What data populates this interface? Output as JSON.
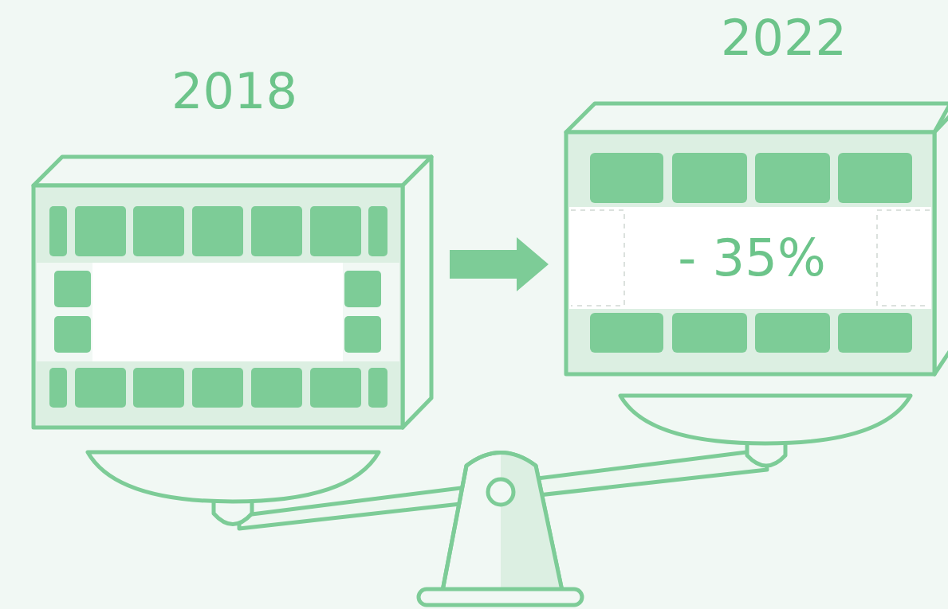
{
  "diagram": {
    "nodes": [
      {
        "text": [
          "2018"
        ]
      },
      {
        "text": [
          "2022",
          "- 35%"
        ]
      }
    ],
    "edges": [
      {
        "from": 0,
        "to": 1,
        "arrow": "to"
      }
    ]
  }
}
